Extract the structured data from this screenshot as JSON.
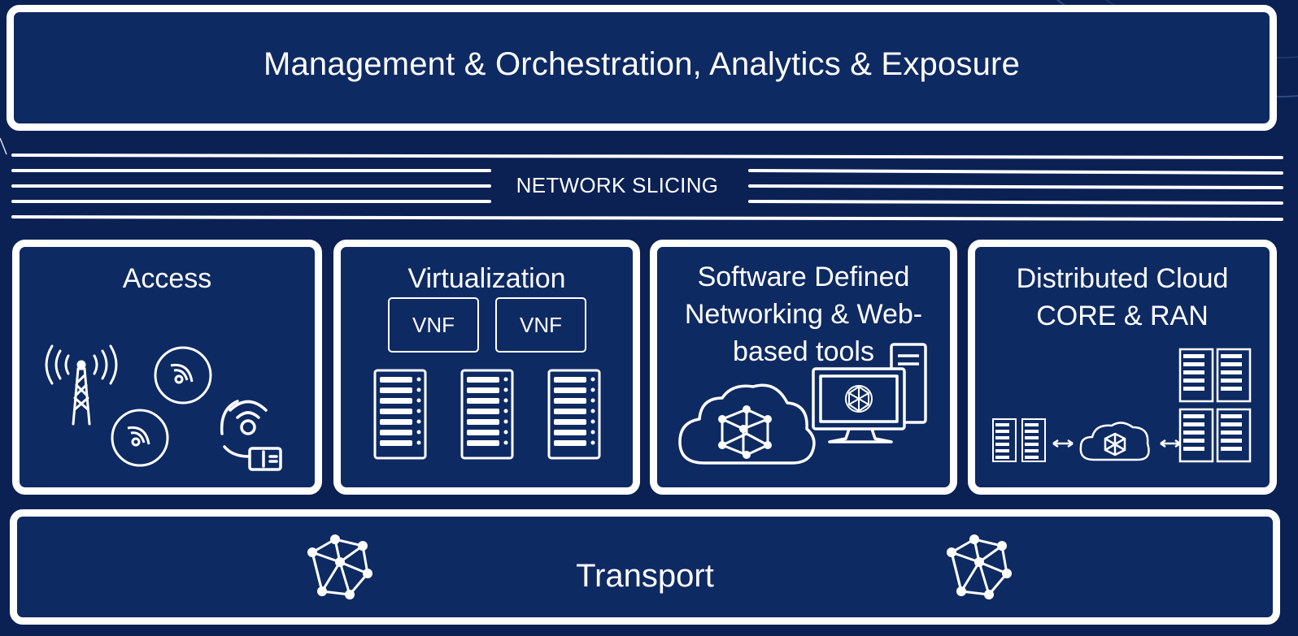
{
  "colors": {
    "background": "#0b2154",
    "panel": "#0e2a63",
    "stroke": "#ffffff"
  },
  "management": {
    "title": "Management & Orchestration, Analytics & Exposure"
  },
  "slicing": {
    "label": "NETWORK SLICING"
  },
  "tiles": [
    {
      "title": "Access",
      "icons": [
        "cell-tower-icon",
        "satellite-dish-icon",
        "satellite-dish-icon",
        "wireless-sim-icon"
      ]
    },
    {
      "title": "Virtualization",
      "boxes": [
        "VNF",
        "VNF"
      ],
      "icons": [
        "server-rack-icon",
        "server-rack-icon",
        "server-rack-icon"
      ]
    },
    {
      "title": "Software Defined Networking & Web-based tools",
      "icons": [
        "cloud-mesh-icon",
        "computer-icon"
      ]
    },
    {
      "title": "Distributed Cloud CORE & RAN",
      "icons": [
        "server-rack-icon",
        "cloud-mesh-icon",
        "server-rack-icon"
      ]
    }
  ],
  "transport": {
    "title": "Transport",
    "icons": [
      "mesh-network-icon",
      "mesh-network-icon"
    ]
  }
}
